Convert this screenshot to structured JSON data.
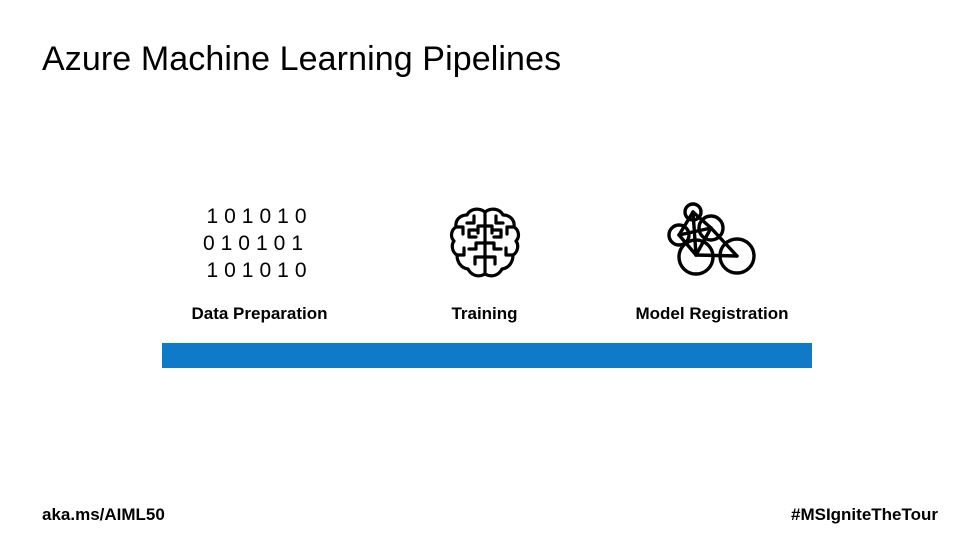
{
  "slide": {
    "title": "Azure Machine Learning Pipelines",
    "background_color": "#ffffff",
    "accent_color": "#0f7ac8"
  },
  "stages": [
    {
      "id": "data-preparation",
      "label": "Data Preparation",
      "icon": "binary-digits-icon",
      "binary_rows": [
        "101010",
        "010101",
        "101010"
      ]
    },
    {
      "id": "training",
      "label": "Training",
      "icon": "brain-icon"
    },
    {
      "id": "model-registration",
      "label": "Model Registration",
      "icon": "node-graph-icon"
    }
  ],
  "pipeline_bar": {
    "color": "#0f7ac8",
    "fill_percent": 100
  },
  "footer": {
    "left": "aka.ms/AIML50",
    "right": "#MSIgniteTheTour"
  }
}
